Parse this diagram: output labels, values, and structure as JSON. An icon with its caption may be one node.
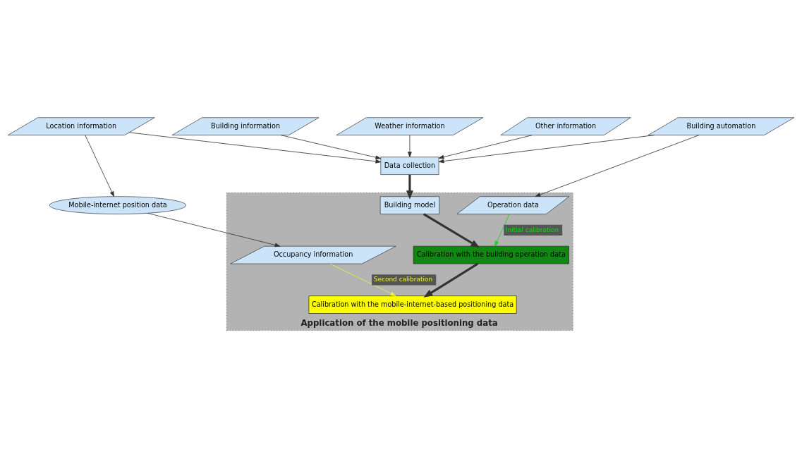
{
  "diagram": {
    "nodes": [
      {
        "text": [
          "Building information"
        ]
      },
      {
        "text": [
          "Building automation"
        ]
      },
      {
        "text": [
          "Data collection"
        ]
      },
      {
        "text": [
          "Weather information"
        ]
      },
      {
        "text": [
          "Location information"
        ]
      },
      {
        "text": [
          "Other information"
        ]
      },
      {
        "text": [
          "Mobile-internet position data"
        ]
      },
      {
        "text": [
          "Application of the mobile positioning data"
        ]
      },
      {
        "text": [
          "Operation data"
        ],
        "in": 7
      },
      {
        "text": [
          "Building model"
        ],
        "in": 7
      },
      {
        "text": [
          "Occupancy information"
        ],
        "in": 7
      },
      {
        "text": [
          "Calibration with the building operation data"
        ],
        "in": 7
      },
      {
        "text": [
          "Calibration with the mobile-internet-based positioning data"
        ],
        "in": 7
      }
    ],
    "edges": [
      {
        "from": 0,
        "to": 2,
        "arrow": "to"
      },
      {
        "from": 1,
        "to": 2,
        "arrow": "to"
      },
      {
        "from": 3,
        "to": 2,
        "arrow": "to"
      },
      {
        "from": 4,
        "to": 2,
        "arrow": "to"
      },
      {
        "from": 5,
        "to": 2,
        "arrow": "to"
      },
      {
        "from": 4,
        "to": 6,
        "arrow": "to"
      },
      {
        "from": 1,
        "to": 8,
        "arrow": "to"
      },
      {
        "from": 2,
        "to": 9,
        "arrow": "to",
        "style": "thick"
      },
      {
        "from": 6,
        "to": 10,
        "arrow": "to"
      },
      {
        "from": 8,
        "to": 11,
        "arrow": "to",
        "label": "Initial calibration",
        "color": "#22cc22"
      },
      {
        "from": 9,
        "to": 11,
        "arrow": "to",
        "style": "thick"
      },
      {
        "from": 11,
        "to": 12,
        "arrow": "to",
        "style": "thick"
      },
      {
        "from": 10,
        "to": 12,
        "arrow": "to",
        "label": "Second calibration",
        "color": "#eeee44"
      }
    ]
  }
}
